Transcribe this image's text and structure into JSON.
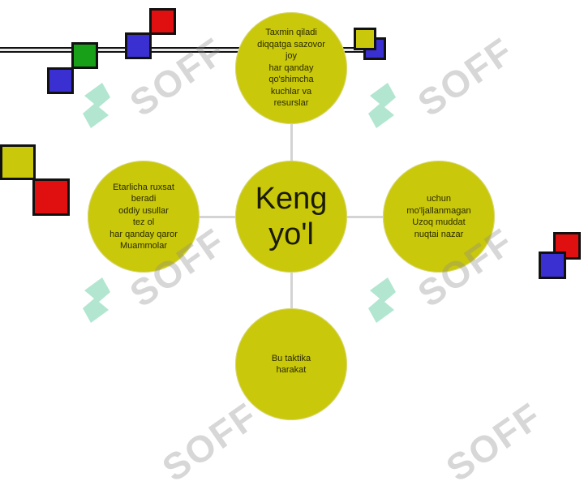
{
  "diagram": {
    "center": {
      "lines": [
        "Keng",
        "yo'l"
      ]
    },
    "top": {
      "lines": [
        "Taxmin qiladi",
        "diqqatga sazovor",
        "joy",
        "har qanday",
        "qo'shimcha",
        "kuchlar va",
        "resurslar"
      ]
    },
    "left": {
      "lines": [
        "Etarlicha ruxsat",
        "beradi",
        "oddiy usullar",
        "tez ol",
        "har qanday qaror",
        "Muammolar"
      ]
    },
    "right": {
      "lines": [
        "uchun",
        "mo'ljallanmagan",
        "Uzoq muddat",
        "nuqtai nazar"
      ]
    },
    "bottom": {
      "lines": [
        "Bu taktika",
        "harakat"
      ]
    }
  },
  "watermark": {
    "text": "SOFF"
  },
  "colors": {
    "node": "#c9c80a",
    "red": "#e01010",
    "blue": "#3a2fd0",
    "green": "#18a018",
    "yellow": "#c9c80a",
    "watermark_logo": "#7fd6b0"
  }
}
